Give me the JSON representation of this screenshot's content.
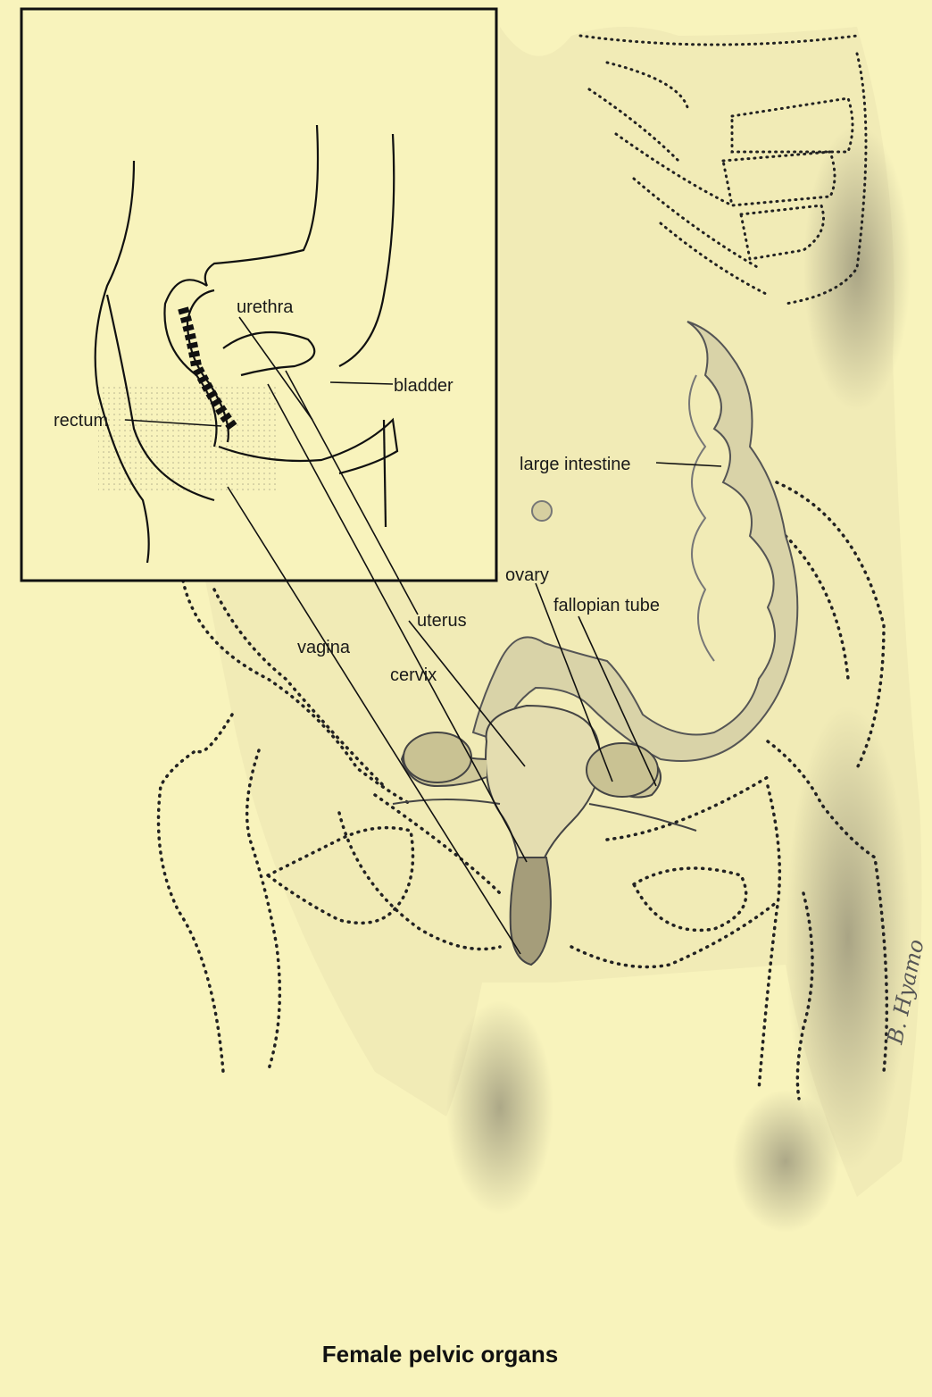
{
  "title": "Female pelvic organs",
  "signature": "B. Hyamo",
  "labels": {
    "urethra": "urethra",
    "bladder": "bladder",
    "rectum": "rectum",
    "large_intestine": "large intestine",
    "ovary": "ovary",
    "fallopian_tube": "fallopian tube",
    "uterus": "uterus",
    "vagina": "vagina",
    "cervix": "cervix"
  },
  "colors": {
    "background": "#f8f3bc",
    "ink": "#1a1a1a",
    "shading": "#8a8470"
  }
}
